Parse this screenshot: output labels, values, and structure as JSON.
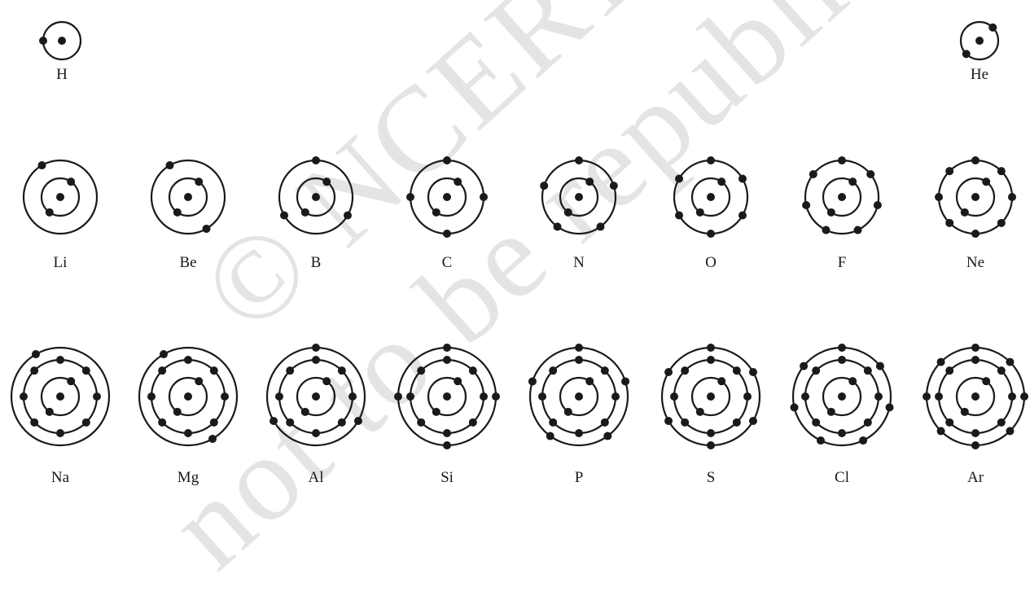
{
  "watermark": {
    "line1": "© NCERT",
    "line2": "not to be republished"
  },
  "atoms": [
    {
      "symbol": "H",
      "shells": [
        1
      ]
    },
    {
      "symbol": "He",
      "shells": [
        2
      ]
    },
    {
      "symbol": "Li",
      "shells": [
        2,
        1
      ]
    },
    {
      "symbol": "Be",
      "shells": [
        2,
        2
      ]
    },
    {
      "symbol": "B",
      "shells": [
        2,
        3
      ]
    },
    {
      "symbol": "C",
      "shells": [
        2,
        4
      ]
    },
    {
      "symbol": "N",
      "shells": [
        2,
        5
      ]
    },
    {
      "symbol": "O",
      "shells": [
        2,
        6
      ]
    },
    {
      "symbol": "F",
      "shells": [
        2,
        7
      ]
    },
    {
      "symbol": "Ne",
      "shells": [
        2,
        8
      ]
    },
    {
      "symbol": "Na",
      "shells": [
        2,
        8,
        1
      ]
    },
    {
      "symbol": "Mg",
      "shells": [
        2,
        8,
        2
      ]
    },
    {
      "symbol": "Al",
      "shells": [
        2,
        8,
        3
      ]
    },
    {
      "symbol": "Si",
      "shells": [
        2,
        8,
        4
      ]
    },
    {
      "symbol": "P",
      "shells": [
        2,
        8,
        5
      ]
    },
    {
      "symbol": "S",
      "shells": [
        2,
        8,
        6
      ]
    },
    {
      "symbol": "Cl",
      "shells": [
        2,
        8,
        7
      ]
    },
    {
      "symbol": "Ar",
      "shells": [
        2,
        8,
        8
      ]
    }
  ],
  "colors": {
    "ink": "#1a1a1a",
    "watermark": "#bebebe"
  }
}
